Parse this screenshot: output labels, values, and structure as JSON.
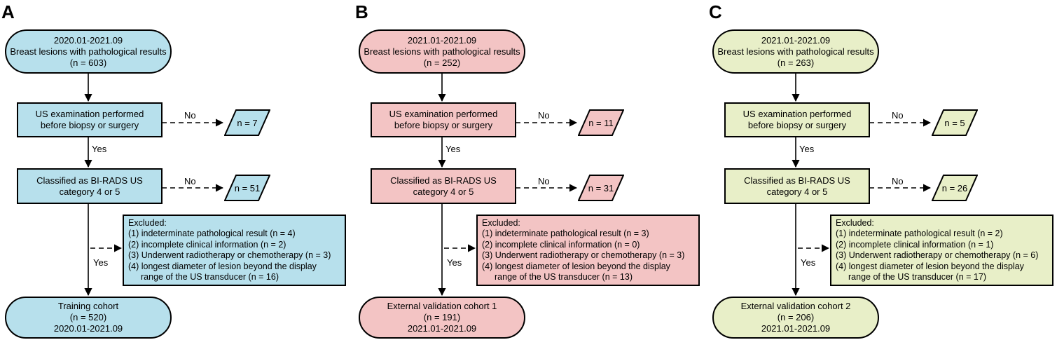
{
  "colors": {
    "A": "#b7e0ec",
    "B": "#f3c4c4",
    "C": "#e8efc8"
  },
  "edges": {
    "no": "No",
    "yes": "Yes"
  },
  "panels": [
    {
      "id": "A",
      "label": "A",
      "start": [
        "2020.01-2021.09",
        "Breast lesions with pathological results",
        "(n = 603)"
      ],
      "us": [
        "US examination performed",
        "before biopsy or surgery"
      ],
      "us_excluded": "n = 7",
      "birads": [
        "Classified as BI-RADS US",
        "category 4 or 5"
      ],
      "birads_excluded": "n = 51",
      "excluded": [
        "Excluded:",
        "(1) indeterminate pathological result (n = 4)",
        "(2) incomplete clinical information (n = 2)",
        "(3) Underwent radiotherapy or chemotherapy (n = 3)",
        "(4) longest diameter of lesion beyond the display",
        "range of the US transducer (n = 16)"
      ],
      "end": [
        "Training cohort",
        "(n = 520)",
        "2020.01-2021.09"
      ]
    },
    {
      "id": "B",
      "label": "B",
      "start": [
        "2021.01-2021.09",
        "Breast lesions with pathological results",
        "(n = 252)"
      ],
      "us": [
        "US examination performed",
        "before biopsy or surgery"
      ],
      "us_excluded": "n = 11",
      "birads": [
        "Classified as BI-RADS US",
        "category 4 or 5"
      ],
      "birads_excluded": "n = 31",
      "excluded": [
        "Excluded:",
        "(1) indeterminate pathological result (n = 3)",
        "(2) incomplete clinical information (n = 0)",
        "(3) Underwent radiotherapy or chemotherapy (n = 3)",
        "(4) longest diameter of lesion beyond the display",
        "range of the US transducer (n = 13)"
      ],
      "end": [
        "External validation cohort 1",
        "(n = 191)",
        "2021.01-2021.09"
      ]
    },
    {
      "id": "C",
      "label": "C",
      "start": [
        "2021.01-2021.09",
        "Breast lesions with pathological results",
        "(n = 263)"
      ],
      "us": [
        "US examination performed",
        "before biopsy or surgery"
      ],
      "us_excluded": "n = 5",
      "birads": [
        "Classified as BI-RADS US",
        "category 4 or 5"
      ],
      "birads_excluded": "n = 26",
      "excluded": [
        "Excluded:",
        "(1) indeterminate pathological result (n = 2)",
        "(2) incomplete clinical information (n = 1)",
        "(3) Underwent radiotherapy or chemotherapy (n = 6)",
        "(4) longest diameter of lesion beyond the display",
        "range of the US transducer (n = 17)"
      ],
      "end": [
        "External validation cohort 2",
        "(n = 206)",
        "2021.01-2021.09"
      ]
    }
  ]
}
